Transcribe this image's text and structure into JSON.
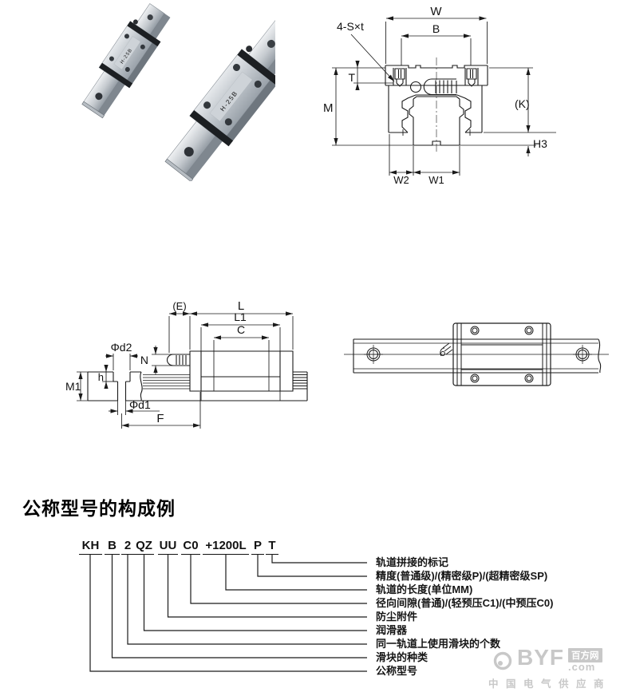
{
  "photo": {
    "engraving": "H-25B"
  },
  "cross_section": {
    "labels": {
      "w": "W",
      "b": "B",
      "screw_note": "4-S×t",
      "t": "T",
      "m": "M",
      "k": "(K)",
      "h3": "H3",
      "w2": "W2",
      "w1": "W1"
    }
  },
  "side_view": {
    "labels": {
      "e": "(E)",
      "l": "L",
      "l1": "L1",
      "c": "C",
      "d2": "Φd2",
      "n": "N",
      "m1": "M1",
      "h": "h",
      "d1": "Φd1",
      "f": "F"
    }
  },
  "model_example": {
    "heading": "公称型号的构成例",
    "codes": [
      {
        "code": "KH",
        "label": "公称型号"
      },
      {
        "code": "B",
        "label": "滑块的种类"
      },
      {
        "code": "2",
        "label": "同一轨道上使用滑块的个数"
      },
      {
        "code": "QZ",
        "label": "润滑器"
      },
      {
        "code": "UU",
        "label": "防尘附件"
      },
      {
        "code": "C0",
        "label": "径向间隙(普通)/(轻预压C1)/(中预压C0)"
      },
      {
        "code": "+1200L",
        "label": "轨道的长度(单位MM)"
      },
      {
        "code": "P",
        "label": "精度(普通级)/(精密级P)/(超精密级SP)"
      },
      {
        "code": "T",
        "label": "轨道拼接的标记"
      }
    ]
  },
  "watermark": {
    "brand": "BYF",
    "suffix": ".com",
    "badge": "百方网",
    "tagline": "中国电气供应商",
    "color": "#c8c8c8"
  }
}
